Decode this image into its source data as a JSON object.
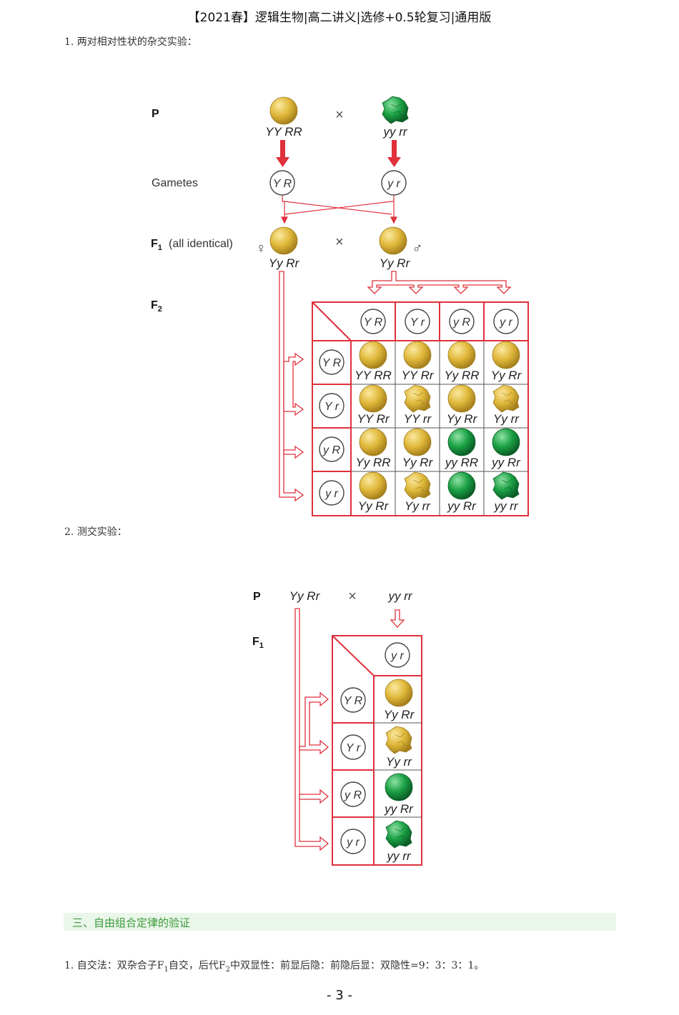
{
  "header": "【2021春】逻辑生物|高二讲义|选修+0.5轮复习|通用版",
  "item1": "1. 两对相对性状的杂交实验：",
  "item2": "2. 测交实验：",
  "section": "三、自由组合定律的验证",
  "item3": {
    "prefix": "1. 自交法：双杂合子F",
    "sub1": "1",
    "mid": "自交，后代F",
    "sub2": "2",
    "suffix": "中双显性：前显后隐：前隐后显：双隐性=9：3：3：1。"
  },
  "page_number": "- 3 -",
  "colors": {
    "yellow": "#e0b83a",
    "green": "#1aa044",
    "red": "#e0303c",
    "section_text": "#3a9a3a"
  },
  "cross": {
    "p_label": "P",
    "gametes_label": "Gametes",
    "f1_label": "F",
    "f1_sub": "1",
    "f1_note": "(all identical)",
    "f2_label": "F",
    "f2_sub": "2",
    "cross_symbol": "×",
    "female_symbol": "♀",
    "male_symbol": "♂",
    "p1_genotype": "YY RR",
    "p2_genotype": "yy rr",
    "p1_gamete": "Y R",
    "p2_gamete": "y r",
    "f1_genotype": "Yy Rr",
    "gametes": [
      "Y R",
      "Y r",
      "y R",
      "y r"
    ],
    "grid": [
      [
        {
          "g": "YY RR",
          "c": "yellow",
          "s": "round"
        },
        {
          "g": "YY Rr",
          "c": "yellow",
          "s": "round"
        },
        {
          "g": "Yy RR",
          "c": "yellow",
          "s": "round"
        },
        {
          "g": "Yy Rr",
          "c": "yellow",
          "s": "round"
        }
      ],
      [
        {
          "g": "YY Rr",
          "c": "yellow",
          "s": "round"
        },
        {
          "g": "YY rr",
          "c": "yellow",
          "s": "wrinkled"
        },
        {
          "g": "Yy Rr",
          "c": "yellow",
          "s": "round"
        },
        {
          "g": "Yy rr",
          "c": "yellow",
          "s": "wrinkled"
        }
      ],
      [
        {
          "g": "Yy RR",
          "c": "yellow",
          "s": "round"
        },
        {
          "g": "Yy Rr",
          "c": "yellow",
          "s": "round"
        },
        {
          "g": "yy RR",
          "c": "green",
          "s": "round"
        },
        {
          "g": "yy Rr",
          "c": "green",
          "s": "round"
        }
      ],
      [
        {
          "g": "Yy Rr",
          "c": "yellow",
          "s": "round"
        },
        {
          "g": "Yy rr",
          "c": "yellow",
          "s": "wrinkled"
        },
        {
          "g": "yy Rr",
          "c": "green",
          "s": "round"
        },
        {
          "g": "yy rr",
          "c": "green",
          "s": "wrinkled"
        }
      ]
    ]
  },
  "testcross": {
    "p_label": "P",
    "f1_label": "F",
    "f1_sub": "1",
    "cross_symbol": "×",
    "p1_genotype": "Yy Rr",
    "p2_genotype": "yy rr",
    "col_gamete": "y r",
    "rows": [
      {
        "gamete": "Y R",
        "g": "Yy Rr",
        "c": "yellow",
        "s": "round"
      },
      {
        "gamete": "Y r",
        "g": "Yy rr",
        "c": "yellow",
        "s": "wrinkled"
      },
      {
        "gamete": "y R",
        "g": "yy Rr",
        "c": "green",
        "s": "round"
      },
      {
        "gamete": "y r",
        "g": "yy rr",
        "c": "green",
        "s": "wrinkled"
      }
    ]
  }
}
